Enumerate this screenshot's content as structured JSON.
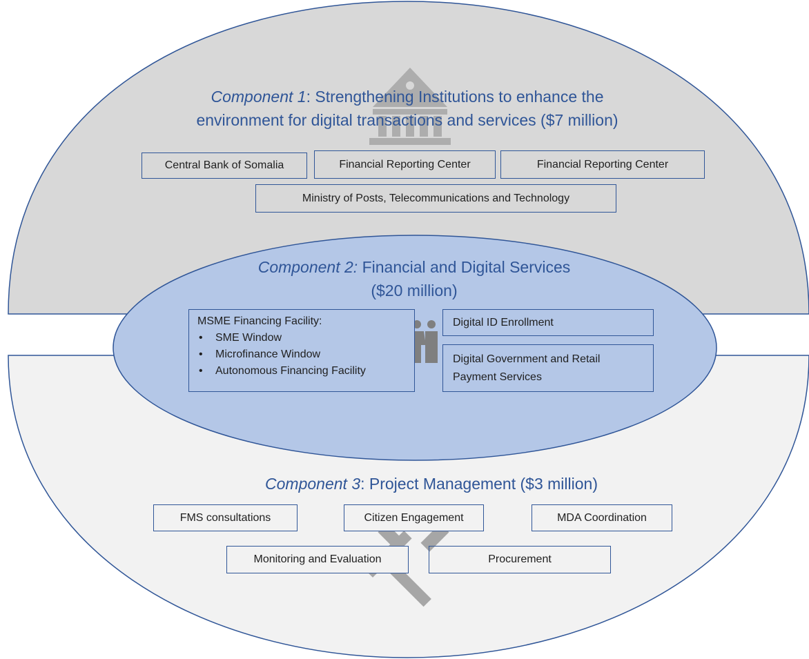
{
  "component1": {
    "label_italic": "Component 1",
    "label_rest": ": Strengthening Institutions to enhance the",
    "line2": "environment for digital transactions and services ($7 million)",
    "boxes": [
      "Central Bank of Somalia",
      "Financial Reporting Center",
      "Financial Reporting Center",
      "Ministry of Posts, Telecommunications and Technology"
    ],
    "icon": "bank-building-icon"
  },
  "component2": {
    "label_italic": "Component 2:",
    "label_rest": " Financial and Digital Services",
    "line2": "($20 million)",
    "facility": {
      "heading": "MSME Financing Facility:",
      "items": [
        "SME Window",
        "Microfinance Window",
        "Autonomous Financing Facility"
      ]
    },
    "boxes": [
      "Digital ID Enrollment",
      "Digital Government and Retail Payment Services"
    ],
    "icon": "people-group-icon"
  },
  "component3": {
    "label_italic": "Component 3",
    "label_rest": ": Project Management ($3 million)",
    "boxes": [
      "FMS consultations",
      "Citizen Engagement",
      "MDA Coordination",
      "Monitoring and Evaluation",
      "Procurement"
    ],
    "icon": "hammer-and-pick-icon"
  },
  "colors": {
    "top_fill": "#d8d8d8",
    "middle_fill": "#b4c7e7",
    "bottom_fill": "#f2f2f2",
    "outline": "#2f5597",
    "title_text": "#2f5597"
  }
}
